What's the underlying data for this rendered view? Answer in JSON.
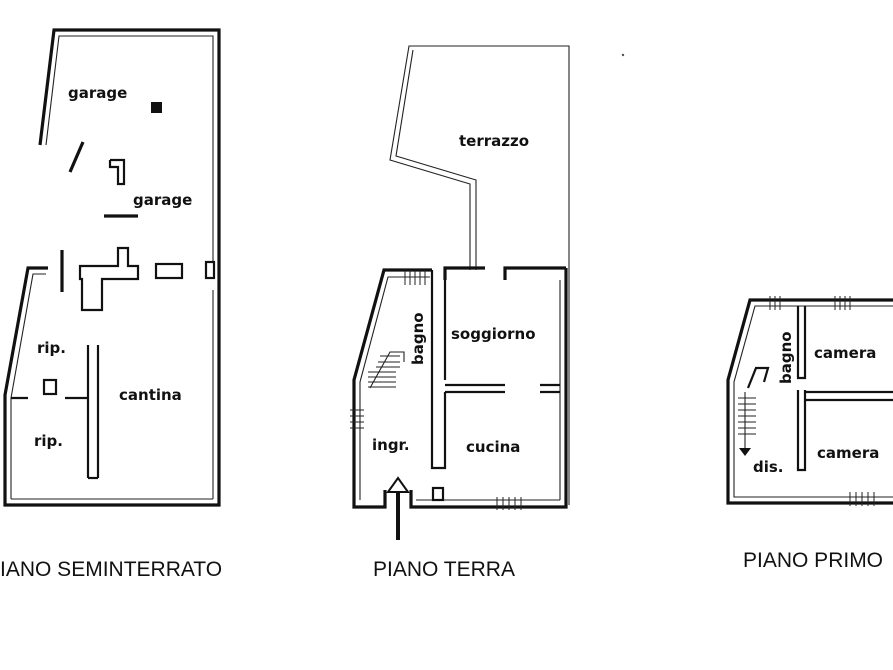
{
  "floors": {
    "basement": {
      "title": "PIANO SEMINTERRATO",
      "rooms": {
        "garage_top": "garage",
        "garage_mid": "garage",
        "storage_1": "rip.",
        "storage_2": "rip.",
        "cellar": "cantina"
      }
    },
    "ground": {
      "title": "PIANO TERRA",
      "rooms": {
        "terrace": "terrazzo",
        "bathroom": "bagno",
        "living": "soggiorno",
        "entrance": "ingr.",
        "kitchen": "cucina"
      }
    },
    "first": {
      "title": "PIANO PRIMO",
      "rooms": {
        "bathroom": "bagno",
        "bedroom_1": "camera",
        "bedroom_2": "camera",
        "landing": "dis."
      }
    }
  }
}
